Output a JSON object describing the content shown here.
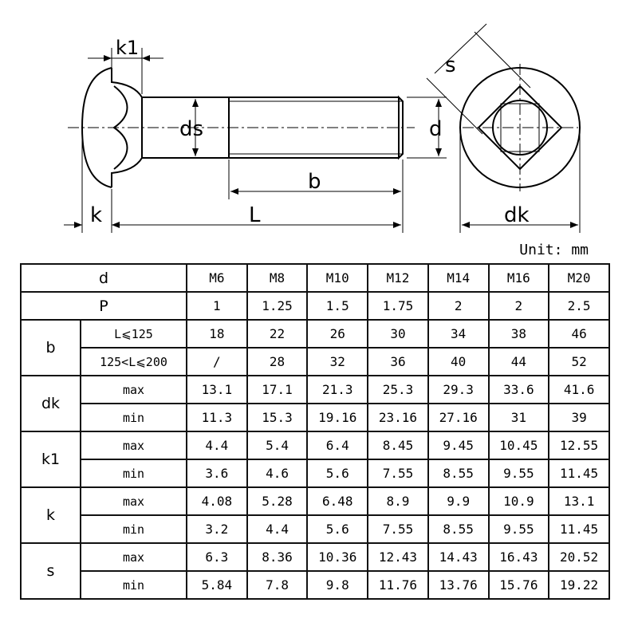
{
  "drawing": {
    "labels": {
      "k1": "k1",
      "ds": "ds",
      "d": "d",
      "b": "b",
      "k": "k",
      "L": "L",
      "s": "s",
      "dk": "dk"
    }
  },
  "unit_label": "Unit: mm",
  "table": {
    "header_label": "d",
    "sizes": [
      "M6",
      "M8",
      "M10",
      "M12",
      "M14",
      "M16",
      "M20"
    ],
    "pitch_label": "P",
    "pitch": [
      "1",
      "1.25",
      "1.5",
      "1.75",
      "2",
      "2",
      "2.5"
    ],
    "b": {
      "label": "b",
      "rows": [
        {
          "cond": "L⩽125",
          "values": [
            "18",
            "22",
            "26",
            "30",
            "34",
            "38",
            "46"
          ]
        },
        {
          "cond": "125<L⩽200",
          "values": [
            "/",
            "28",
            "32",
            "36",
            "40",
            "44",
            "52"
          ]
        }
      ]
    },
    "dk": {
      "label": "dk",
      "rows": [
        {
          "cond": "max",
          "values": [
            "13.1",
            "17.1",
            "21.3",
            "25.3",
            "29.3",
            "33.6",
            "41.6"
          ]
        },
        {
          "cond": "min",
          "values": [
            "11.3",
            "15.3",
            "19.16",
            "23.16",
            "27.16",
            "31",
            "39"
          ]
        }
      ]
    },
    "k1": {
      "label": "k1",
      "rows": [
        {
          "cond": "max",
          "values": [
            "4.4",
            "5.4",
            "6.4",
            "8.45",
            "9.45",
            "10.45",
            "12.55"
          ]
        },
        {
          "cond": "min",
          "values": [
            "3.6",
            "4.6",
            "5.6",
            "7.55",
            "8.55",
            "9.55",
            "11.45"
          ]
        }
      ]
    },
    "k": {
      "label": "k",
      "rows": [
        {
          "cond": "max",
          "values": [
            "4.08",
            "5.28",
            "6.48",
            "8.9",
            "9.9",
            "10.9",
            "13.1"
          ]
        },
        {
          "cond": "min",
          "values": [
            "3.2",
            "4.4",
            "5.6",
            "7.55",
            "8.55",
            "9.55",
            "11.45"
          ]
        }
      ]
    },
    "s": {
      "label": "s",
      "rows": [
        {
          "cond": "max",
          "values": [
            "6.3",
            "8.36",
            "10.36",
            "12.43",
            "14.43",
            "16.43",
            "20.52"
          ]
        },
        {
          "cond": "min",
          "values": [
            "5.84",
            "7.8",
            "9.8",
            "11.76",
            "13.76",
            "15.76",
            "19.22"
          ]
        }
      ]
    }
  }
}
